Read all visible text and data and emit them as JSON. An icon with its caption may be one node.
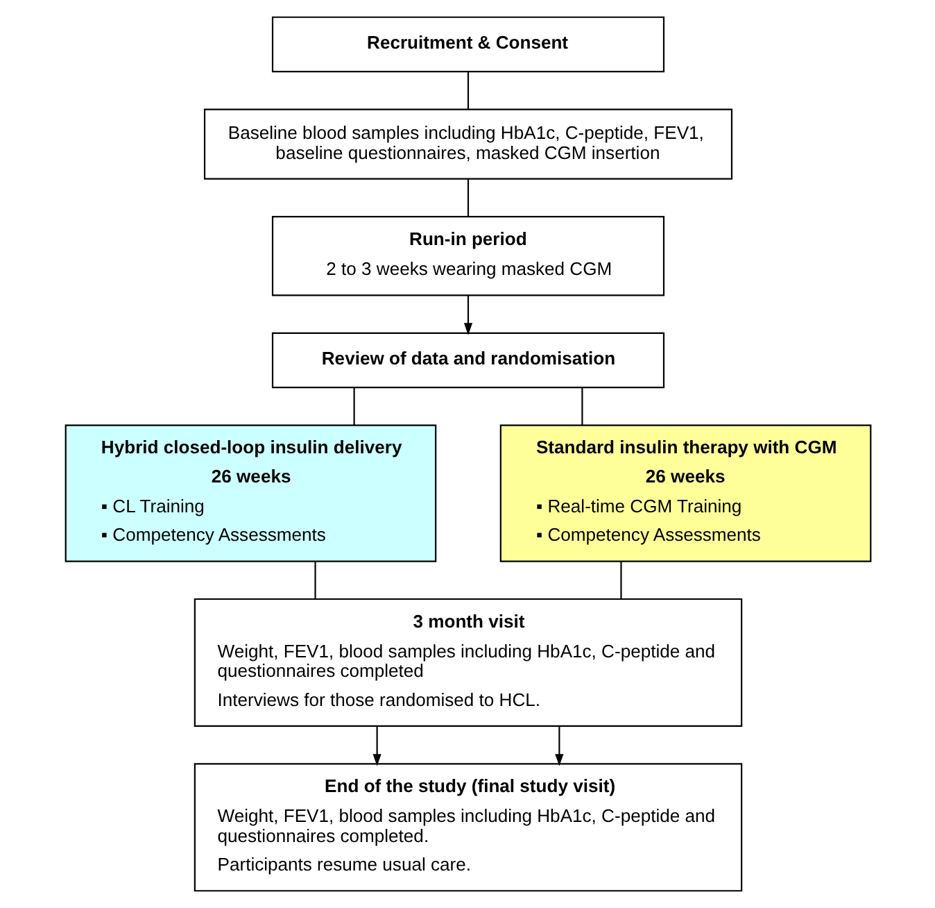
{
  "diagram": {
    "nodes": [
      {
        "text": [
          "Recruitment & Consent"
        ]
      },
      {
        "text": [
          "Baseline blood samples including HbA1c, C-peptide, FEV1, baseline questionnaires, masked CGM insertion"
        ]
      },
      {
        "text": [
          "Run-in period",
          "2 to 3 weeks wearing masked CGM"
        ]
      },
      {
        "text": [
          "Review of data and randomisation"
        ]
      },
      {
        "text": [
          "Hybrid closed-loop insulin delivery",
          "26 weeks",
          "▪ CL Training",
          "▪ Competency Assessments"
        ]
      },
      {
        "text": [
          "Standard insulin therapy with CGM",
          "26 weeks",
          "▪ Real-time CGM Training",
          "▪ Competency Assessments"
        ]
      },
      {
        "text": [
          "3 month visit",
          "Weight, FEV1, blood samples including HbA1c, C-peptide and questionnaires completed",
          "Interviews for those randomised to HCL."
        ]
      },
      {
        "text": [
          "End of the study (final study visit)",
          "Weight, FEV1, blood samples including HbA1c, C-peptide and questionnaires completed.",
          "Participants resume usual care."
        ]
      }
    ],
    "edges": [
      {
        "from": 0,
        "to": 1,
        "arrow": "none"
      },
      {
        "from": 1,
        "to": 2,
        "arrow": "none"
      },
      {
        "from": 2,
        "to": 3,
        "arrow": "to"
      },
      {
        "from": 3,
        "to": 4,
        "arrow": "none"
      },
      {
        "from": 3,
        "to": 5,
        "arrow": "none"
      },
      {
        "from": 4,
        "to": 6,
        "arrow": "none"
      },
      {
        "from": 5,
        "to": 6,
        "arrow": "none"
      },
      {
        "from": 6,
        "to": 7,
        "arrow": "to"
      },
      {
        "from": 6,
        "to": 7,
        "arrow": "to"
      }
    ]
  }
}
